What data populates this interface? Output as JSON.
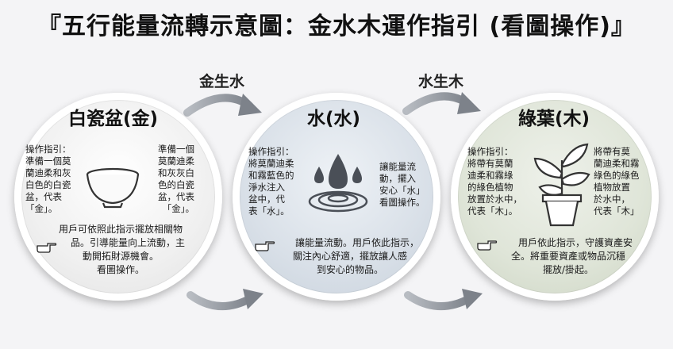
{
  "title": "『五行能量流轉示意圖：金水木運作指引 (看圖操作)』",
  "arrows": {
    "metal_to_water": "金生水",
    "water_to_wood": "水生木"
  },
  "circles": {
    "metal": {
      "title": "白瓷盆(金)",
      "left_lines": [
        "操作指引：",
        "準備一個莫",
        "蘭迪柔和灰",
        "白色的白瓷",
        "盆，代表",
        "「金」。"
      ],
      "right_lines": [
        "準備一個",
        "莫蘭迪柔",
        "和灰灰白",
        "色的白瓷",
        "盆，代表",
        "「金」。"
      ],
      "bottom_lines": [
        "用戶可依照此指示擺放相關物",
        "品。引導能量向上流動，主",
        "動開拓財源機會。",
        "看圖操作。"
      ]
    },
    "water": {
      "title": "水(水)",
      "left_lines": [
        "操作指引：",
        "將莫蘭迪柔",
        "和霧藍色的",
        "淨水注入",
        "盆中，代",
        "表「水」。"
      ],
      "right_lines": [
        "讓能量流",
        "動，擺入",
        "安心「水」",
        "看圖操作。"
      ],
      "bottom_lines": [
        "讓能量流動。用戶依此指示，",
        "關注內心舒適，擺放讓人感",
        "到安心的物品。"
      ]
    },
    "wood": {
      "title": "綠葉(木)",
      "left_lines": [
        "操作指引：",
        "將帶有莫蘭",
        "迪柔和霧綠",
        "的綠色植物",
        "放置於水中，",
        "代表「木」。"
      ],
      "right_lines": [
        "將帶有莫",
        "蘭迪柔和霧",
        "綠色的綠色",
        "植物放置",
        "於水中，",
        "代表「木」"
      ],
      "bottom_lines": [
        "用戶依此指示，守護資產安",
        "全。將重要資產或物品沉穩",
        "擺放/掛起。"
      ]
    }
  },
  "colors": {
    "arrow": "#8a8f96",
    "water_icon": "#4a4f57"
  },
  "icons": [
    "bowl-icon",
    "water-drop-icon",
    "plant-pot-icon",
    "pointing-hand-icon"
  ]
}
